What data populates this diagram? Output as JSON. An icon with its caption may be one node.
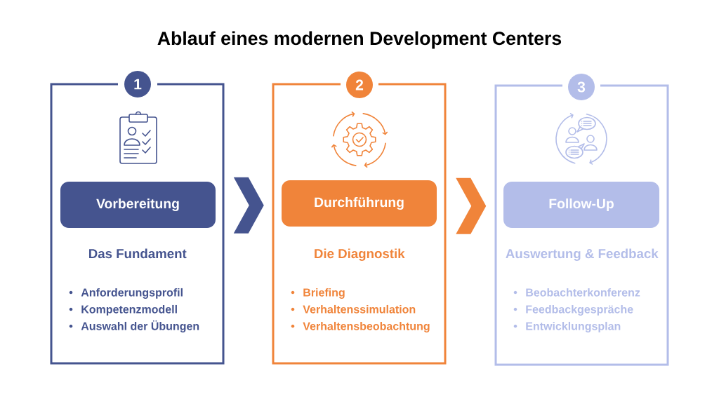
{
  "diagram": {
    "title": "Ablauf eines modernen Development Centers",
    "nodes": [
      {
        "text": [
          "1"
        ]
      },
      {
        "text": [
          "Das Fundament",
          "Anforderungsprofil",
          "Kompetenzmodell",
          "Auswahl der Übungen"
        ]
      },
      {
        "text": [
          "Vorbereitung"
        ],
        "in": 1
      },
      {
        "text": [
          "2"
        ]
      },
      {
        "text": [
          "Die Diagnostik",
          "Briefing",
          "Verhaltenssimulation",
          "Verhaltensbeobachtung"
        ]
      },
      {
        "text": [
          "Durchführung"
        ],
        "in": 4
      },
      {
        "text": [
          "3"
        ]
      },
      {
        "text": [
          "Auswertung & Feedback",
          "Beobachterkonferenz",
          "Feedbackgespräche",
          "Entwicklungsplan"
        ]
      },
      {
        "text": [
          "Follow-Up"
        ],
        "in": 7
      }
    ],
    "edges": [
      {
        "from": 1,
        "to": 4,
        "arrow": "to",
        "color": "#45548f"
      },
      {
        "from": 4,
        "to": 7,
        "arrow": "to",
        "color": "#f0843a"
      }
    ]
  }
}
